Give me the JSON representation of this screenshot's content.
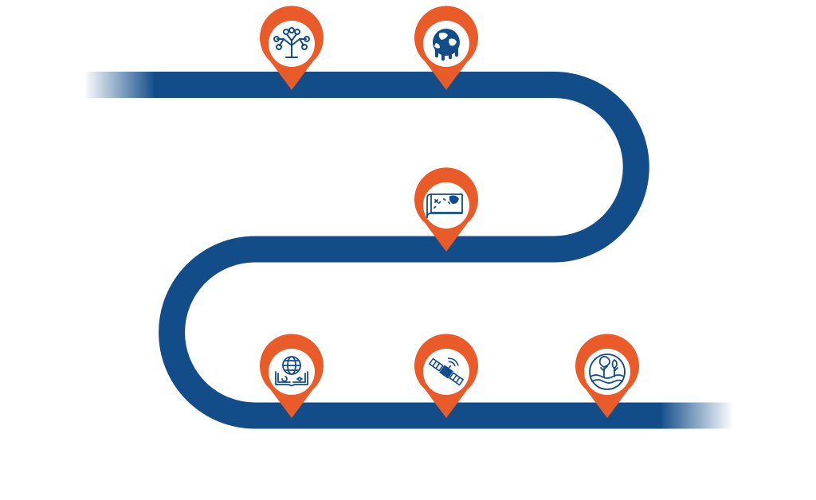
{
  "colors": {
    "road": "#124d8a",
    "pin": "#ea5b2a",
    "pin_inner": "#ffffff",
    "icon": "#124d8a",
    "background": "#ffffff"
  },
  "milestones": [
    {
      "id": "m1",
      "icon": "knowledge-tree-icon"
    },
    {
      "id": "m2",
      "icon": "melting-globe-icon"
    },
    {
      "id": "m3",
      "icon": "treasure-map-icon"
    },
    {
      "id": "m4",
      "icon": "book-globe-icon"
    },
    {
      "id": "m5",
      "icon": "satellite-icon"
    },
    {
      "id": "m6",
      "icon": "forest-water-icon"
    }
  ]
}
